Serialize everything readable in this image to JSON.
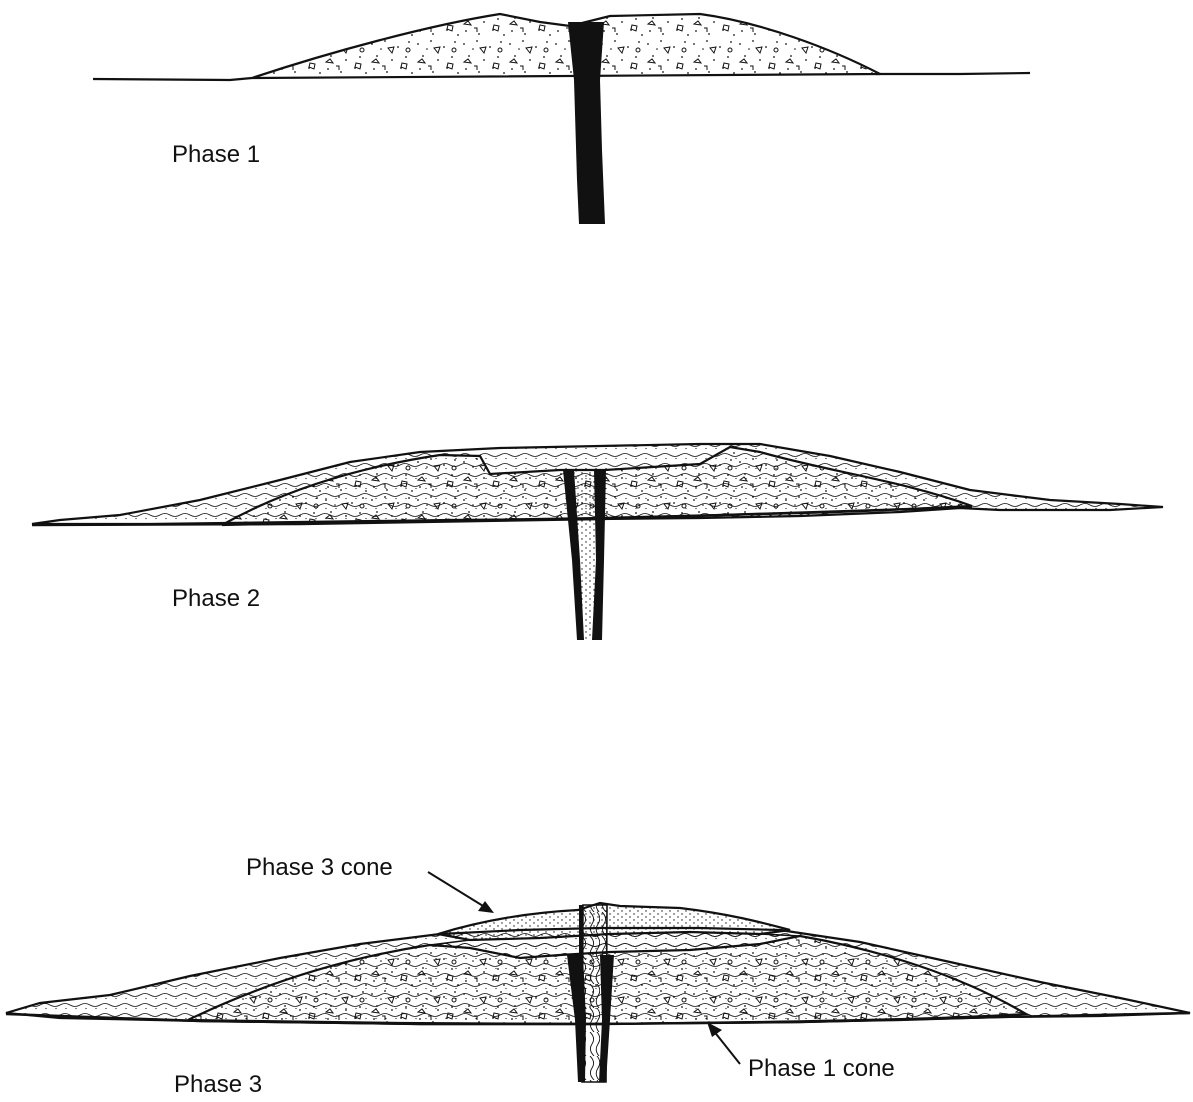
{
  "colors": {
    "ink": "#111111",
    "fill": "#ffffff",
    "conduit": "#111111"
  },
  "phases": [
    {
      "id": "phase-1",
      "label": "Phase 1"
    },
    {
      "id": "phase-2",
      "label": "Phase 2"
    },
    {
      "id": "phase-3",
      "label": "Phase 3"
    }
  ],
  "annotations": {
    "phase3_cone": "Phase 3 cone",
    "phase1_cone": "Phase 1 cone"
  },
  "legend_patterns": [
    "stippled-breccia",
    "wavy-bedded-deposit",
    "solid-conduit",
    "foliated-conduit-fill"
  ]
}
